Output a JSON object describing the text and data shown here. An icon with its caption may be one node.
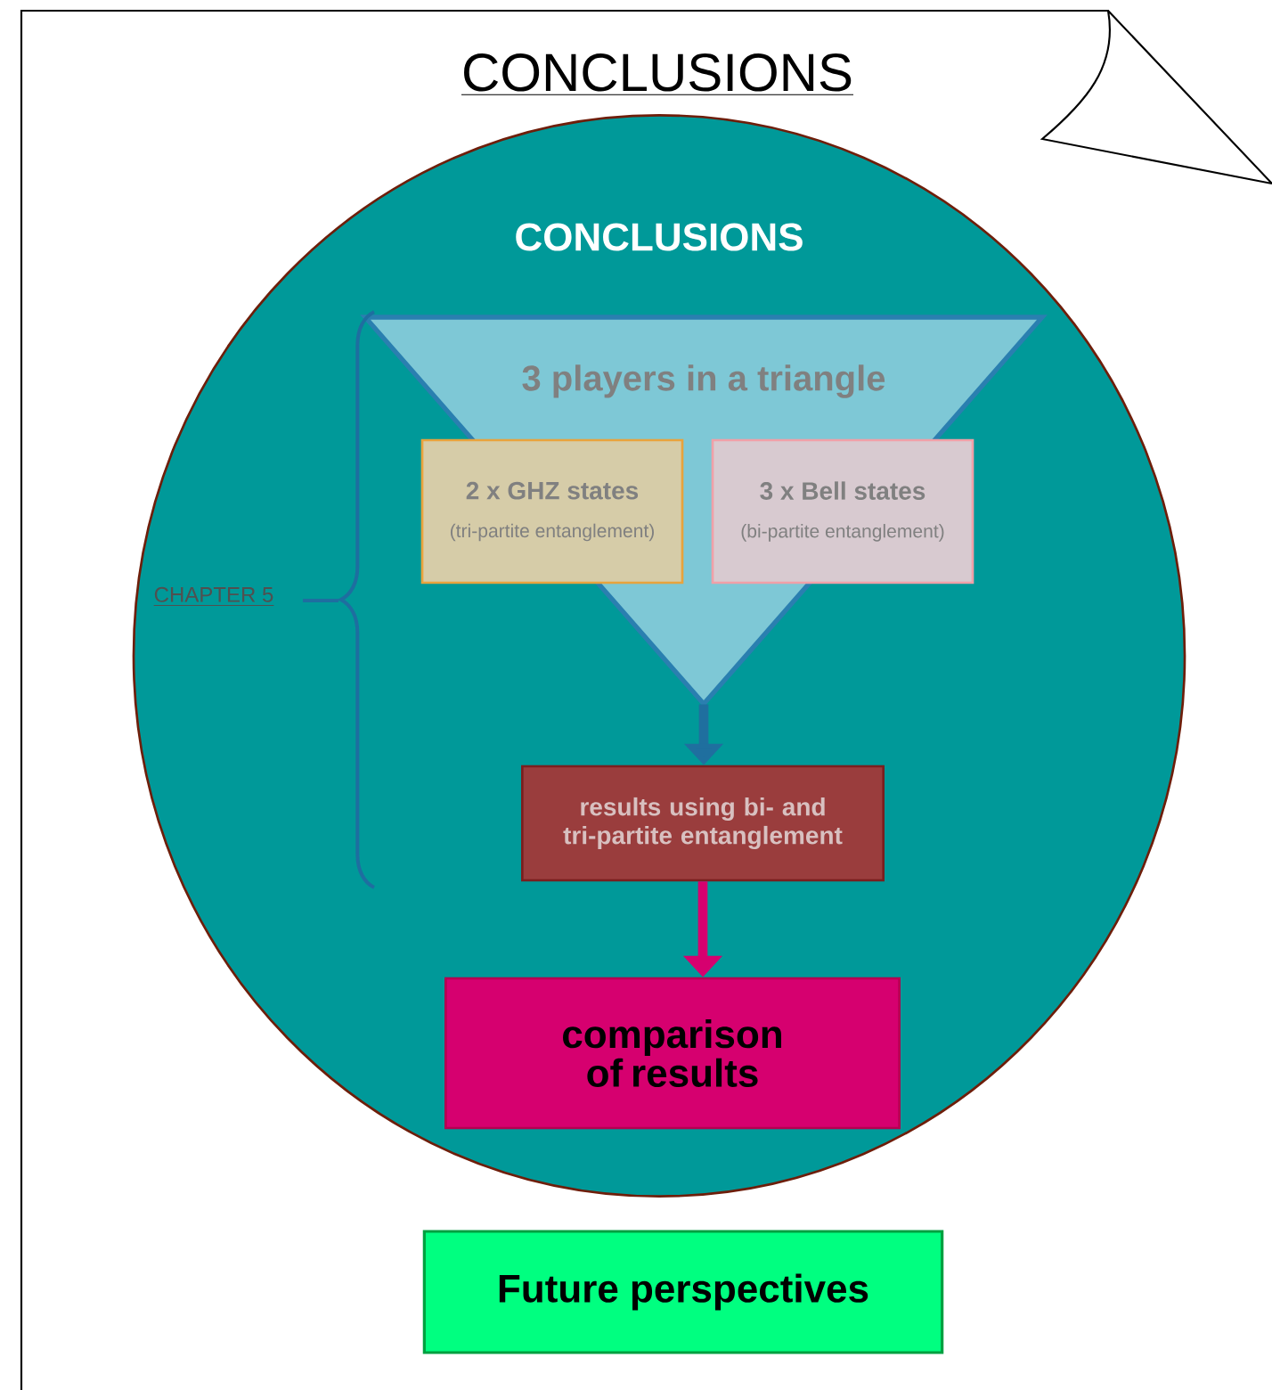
{
  "diagram": {
    "title": "CONCLUSIONS",
    "nodes": [
      {
        "text": [
          "CONCLUSIONS"
        ]
      },
      {
        "text": [
          "3 players in a triangle"
        ],
        "in": 0
      },
      {
        "text": [
          "2 x GHZ states",
          "(tri-partite entanglement)"
        ],
        "in": 1
      },
      {
        "text": [
          "3 x Bell states",
          "(bi-partite entanglement)"
        ],
        "in": 1
      },
      {
        "text": [
          "results using bi- and tri-partite entanglement"
        ],
        "in": 0
      },
      {
        "text": [
          "comparison of results"
        ],
        "in": 0
      },
      {
        "text": [
          "Future perspectives"
        ]
      }
    ],
    "edges": [
      {
        "from": 1,
        "to": 4,
        "arrow": "to",
        "color": "#1f6f9f"
      },
      {
        "from": 4,
        "to": 5,
        "arrow": "to",
        "color": "#d6006f"
      }
    ],
    "labels": [
      "CHAPTER 5"
    ]
  }
}
